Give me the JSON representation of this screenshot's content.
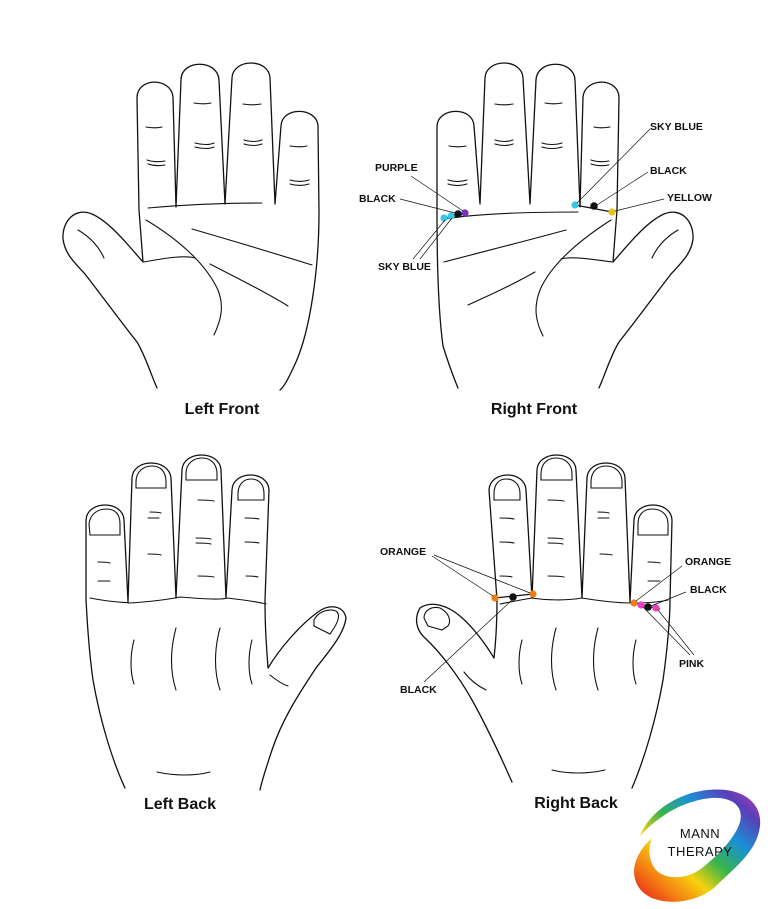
{
  "colors": {
    "sky_blue": "#3cc6e6",
    "black": "#111111",
    "purple": "#7a2fc0",
    "yellow": "#e8c21a",
    "orange": "#ef7d14",
    "pink": "#e83fc4"
  },
  "panels": {
    "left_front": {
      "caption": "Left Front"
    },
    "right_front": {
      "caption": "Right Front",
      "labels": {
        "purple": "PURPLE",
        "black_left": "BLACK",
        "sky_blue_left": "SKY BLUE",
        "sky_blue_right": "SKY BLUE",
        "black_right": "BLACK",
        "yellow": "YELLOW"
      }
    },
    "left_back": {
      "caption": "Left Back"
    },
    "right_back": {
      "caption": "Right Back",
      "labels": {
        "orange_left": "ORANGE",
        "black_left": "BLACK",
        "orange_right": "ORANGE",
        "black_right": "BLACK",
        "pink": "PINK"
      }
    }
  },
  "logo": {
    "line1": "MANN",
    "line2": "THERAPY"
  }
}
